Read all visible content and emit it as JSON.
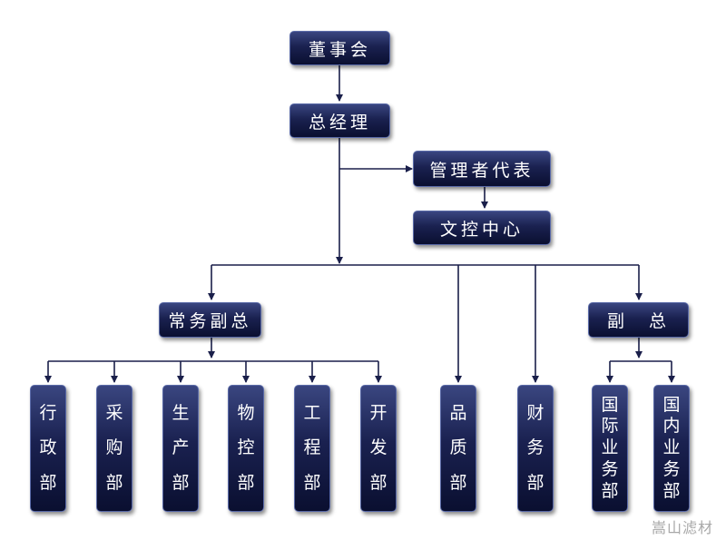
{
  "nodes": {
    "board": "董事会",
    "gm": "总经理",
    "mgmt_rep": "管理者代表",
    "doc_center": "文控中心",
    "exec_vp": "常务副总",
    "vp": "副　总"
  },
  "departments": {
    "admin": [
      "行",
      "政",
      "部"
    ],
    "purchasing": [
      "采",
      "购",
      "部"
    ],
    "production": [
      "生",
      "产",
      "部"
    ],
    "material": [
      "物",
      "控",
      "部"
    ],
    "engineering": [
      "工",
      "程",
      "部"
    ],
    "development": [
      "开",
      "发",
      "部"
    ],
    "quality": [
      "品",
      "质",
      "部"
    ],
    "finance": [
      "财",
      "务",
      "部"
    ],
    "intl_sales": [
      "国",
      "际",
      "业",
      "务",
      "部"
    ],
    "domestic_sales": [
      "国",
      "内",
      "业",
      "务",
      "部"
    ]
  },
  "watermark": "嵩山滤材",
  "colors": {
    "box_top": "#3a4680",
    "box_bottom": "#0a0f30",
    "line": "#1a1f4a"
  }
}
